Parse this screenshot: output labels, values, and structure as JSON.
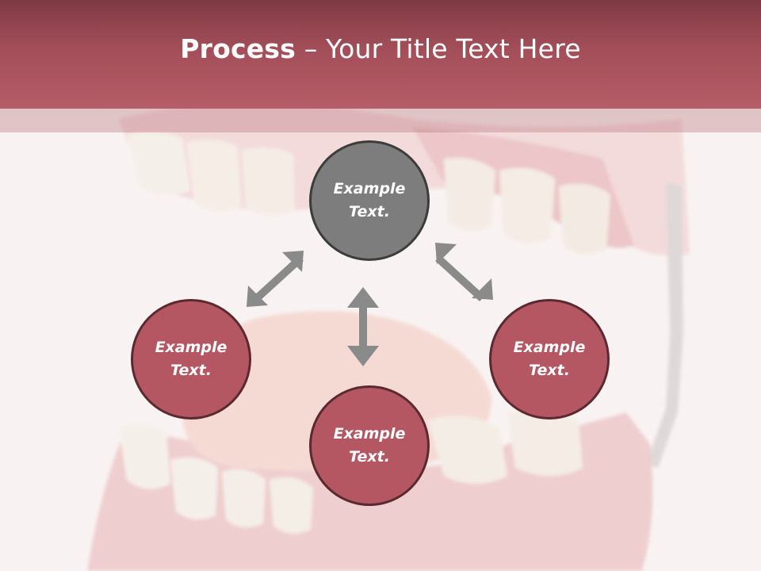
{
  "slide": {
    "title_bold": "Process",
    "title_separator": " – ",
    "title_rest": "Your Title Text Here"
  },
  "nodes": {
    "top": {
      "label": "Example\nText."
    },
    "left": {
      "label": "Example\nText."
    },
    "right": {
      "label": "Example\nText."
    },
    "bottom": {
      "label": "Example\nText."
    }
  },
  "colors": {
    "header_dark": "#7d3a44",
    "header_light": "#b55d68",
    "node_center": "#7d7d7d",
    "node_pink": "#b45762",
    "arrow": "#8a8a8a"
  }
}
